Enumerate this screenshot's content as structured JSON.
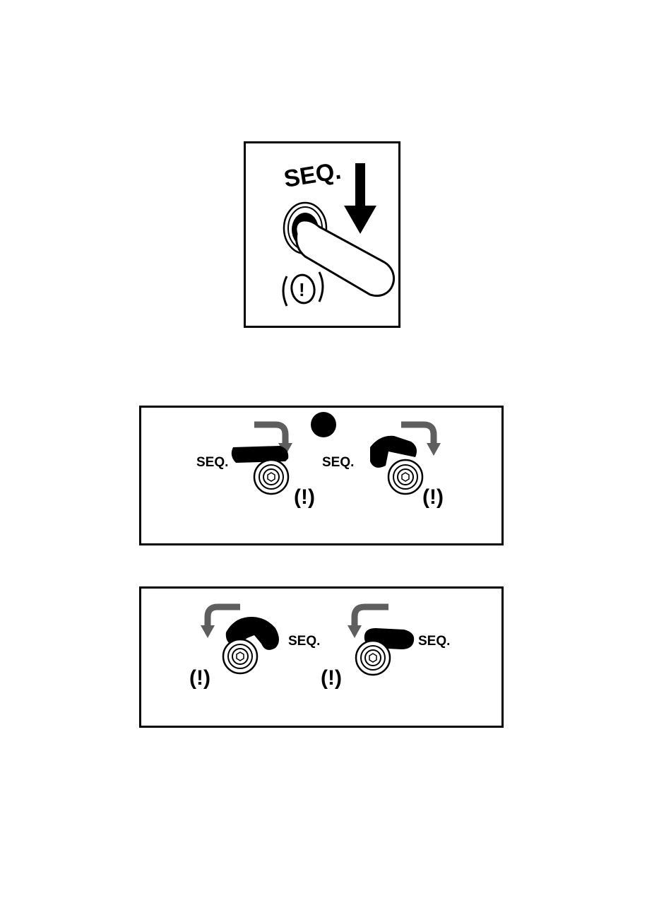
{
  "colors": {
    "ink": "#000000",
    "arrow_gray": "#5e5e5e",
    "paper": "#ffffff"
  },
  "icons": [
    "parking-brake-warning-icon",
    "down-arrow-icon",
    "curved-arrow-icon",
    "filled-dot-icon",
    "lever-pivot-icon"
  ],
  "top_panel": {
    "label": "SEQ.",
    "warning_symbol": "(!)"
  },
  "middle_panel": {
    "left": {
      "label": "SEQ.",
      "warning_symbol": "(!)"
    },
    "right": {
      "label": "SEQ.",
      "warning_symbol": "(!)"
    }
  },
  "bottom_panel": {
    "left": {
      "label": "SEQ.",
      "warning_symbol": "(!)"
    },
    "right": {
      "label": "SEQ.",
      "warning_symbol": "(!)"
    }
  }
}
